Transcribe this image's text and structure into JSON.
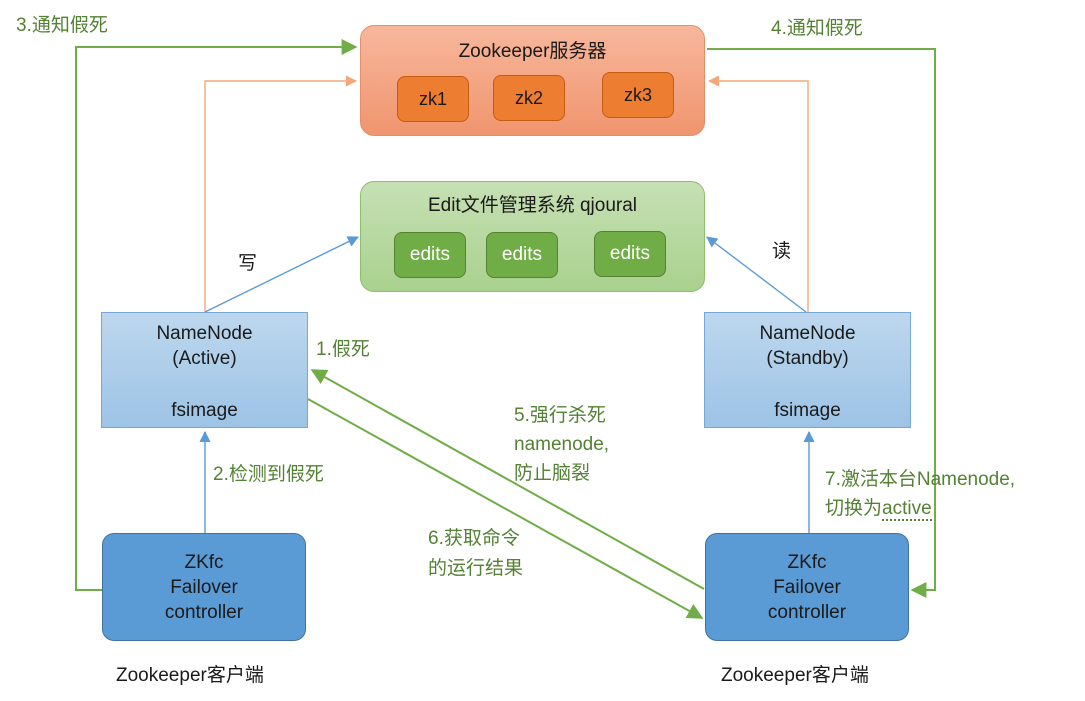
{
  "zk_server": {
    "title": "Zookeeper服务器",
    "nodes": [
      "zk1",
      "zk2",
      "zk3"
    ]
  },
  "edit_system": {
    "title": "Edit文件管理系统 qjoural",
    "items": [
      "edits",
      "edits",
      "edits"
    ]
  },
  "namenode_active": {
    "name": "NameNode",
    "state": "(Active)",
    "image": "fsimage"
  },
  "namenode_standby": {
    "name": "NameNode",
    "state": "(Standby)",
    "image": "fsimage"
  },
  "zkfc_left": {
    "line1": "ZKfc",
    "line2": "Failover",
    "line3": "controller",
    "caption": "Zookeeper客户端"
  },
  "zkfc_right": {
    "line1": "ZKfc",
    "line2": "Failover",
    "line3": "controller",
    "caption": "Zookeeper客户端"
  },
  "labels": {
    "write": "写",
    "read": "读",
    "step1": "1.假死",
    "step2": "2.检测到假死",
    "step3": "3.通知假死",
    "step4": "4.通知假死",
    "step5_line1": "5.强行杀死",
    "step5_line2": "namenode,",
    "step5_line3": "防止脑裂",
    "step6_line1": "6.获取命令",
    "step6_line2": "的运行结果",
    "step7_line1": "7.激活本台Namenode,",
    "step7_line2_prefix": "切换为",
    "step7_line2_emph": "active"
  },
  "colors": {
    "orange_line": "#f4a77a",
    "blue_line": "#5b9bd5",
    "green_line": "#70ad47"
  }
}
